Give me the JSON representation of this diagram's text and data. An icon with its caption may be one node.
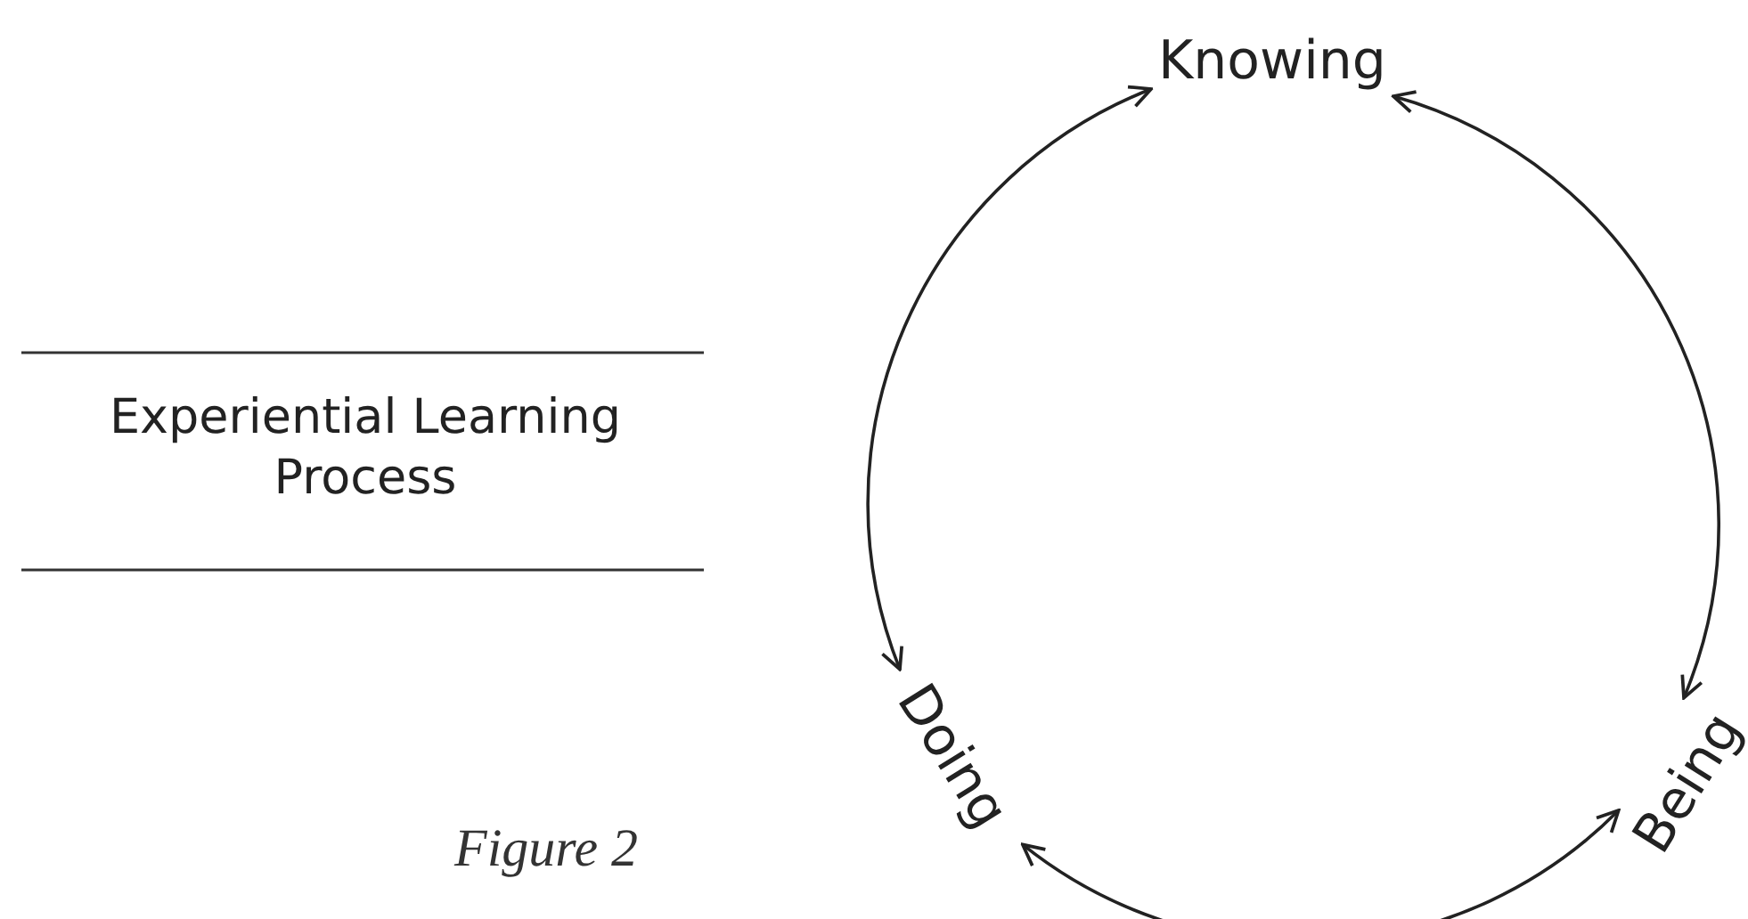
{
  "diagram": {
    "title": "Experiential Learning Process",
    "caption": "Figure 2",
    "nodes": [
      {
        "text": [
          "Knowing"
        ]
      },
      {
        "text": [
          "Being"
        ]
      },
      {
        "text": [
          "Doing"
        ]
      }
    ],
    "edges": [
      {
        "from": 0,
        "to": 1,
        "arrow": "both"
      },
      {
        "from": 1,
        "to": 2,
        "arrow": "both"
      },
      {
        "from": 2,
        "to": 0,
        "arrow": "both"
      }
    ]
  }
}
